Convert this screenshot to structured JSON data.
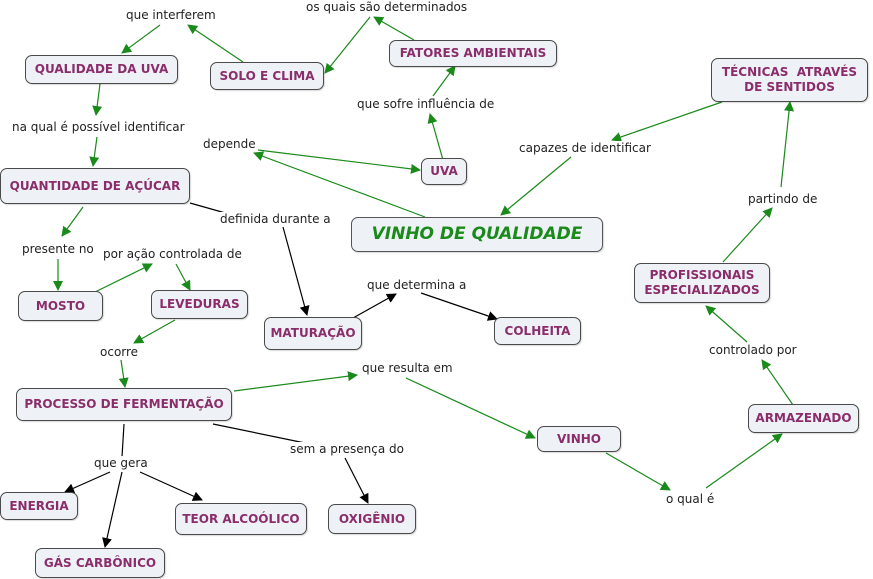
{
  "nodes": {
    "qualidade_uva": "QUALIDADE DA UVA",
    "solo_clima": "SOLO E CLIMA",
    "fatores_ambientais": "FATORES AMBIENTAIS",
    "tecnicas": "TÉCNICAS  ATRAVÉS DE SENTIDOS",
    "quantidade_acucar": "QUANTIDADE DE AÇÚCAR",
    "uva": "UVA",
    "vinho_qualidade": "VINHO DE QUALIDADE",
    "mosto": "MOSTO",
    "leveduras": "LEVEDURAS",
    "profissionais": "PROFISSIONAIS ESPECIALIZADOS",
    "maturacao": "MATURAÇÃO",
    "colheita": "COLHEITA",
    "processo_fermentacao": "PROCESSO DE FERMENTAÇÃO",
    "armazenado": "ARMAZENADO",
    "vinho": "VINHO",
    "energia": "ENERGIA",
    "teor_alcoolico": "TEOR ALCOÓLICO",
    "oxigenio": "OXIGÊNIO",
    "gas_carbonico": "GÁS CARBÔNICO"
  },
  "links": {
    "que_interferem": "que interferem",
    "os_quais": "os quais são determinados",
    "sofre_influencia": "que sofre influência de",
    "na_qual": "na qual é possível identificar",
    "depende": "depende",
    "capazes": "capazes de identificar",
    "partindo": "partindo de",
    "definida": "definida durante a",
    "presente": "presente no",
    "por_acao": "por ação controlada de",
    "que_determina": "que determina a",
    "ocorre": "ocorre",
    "controlado": "controlado por",
    "que_resulta": "que resulta em",
    "sem_presenca": "sem a presença do",
    "que_gera": "que gera",
    "o_qual": "o qual é"
  },
  "colors": {
    "node_text": "#8a2d6a",
    "main_text": "#1a8a1a",
    "node_fill": "#eef2f6",
    "arrow_green": "#1a8a1a",
    "arrow_black": "#000000"
  }
}
